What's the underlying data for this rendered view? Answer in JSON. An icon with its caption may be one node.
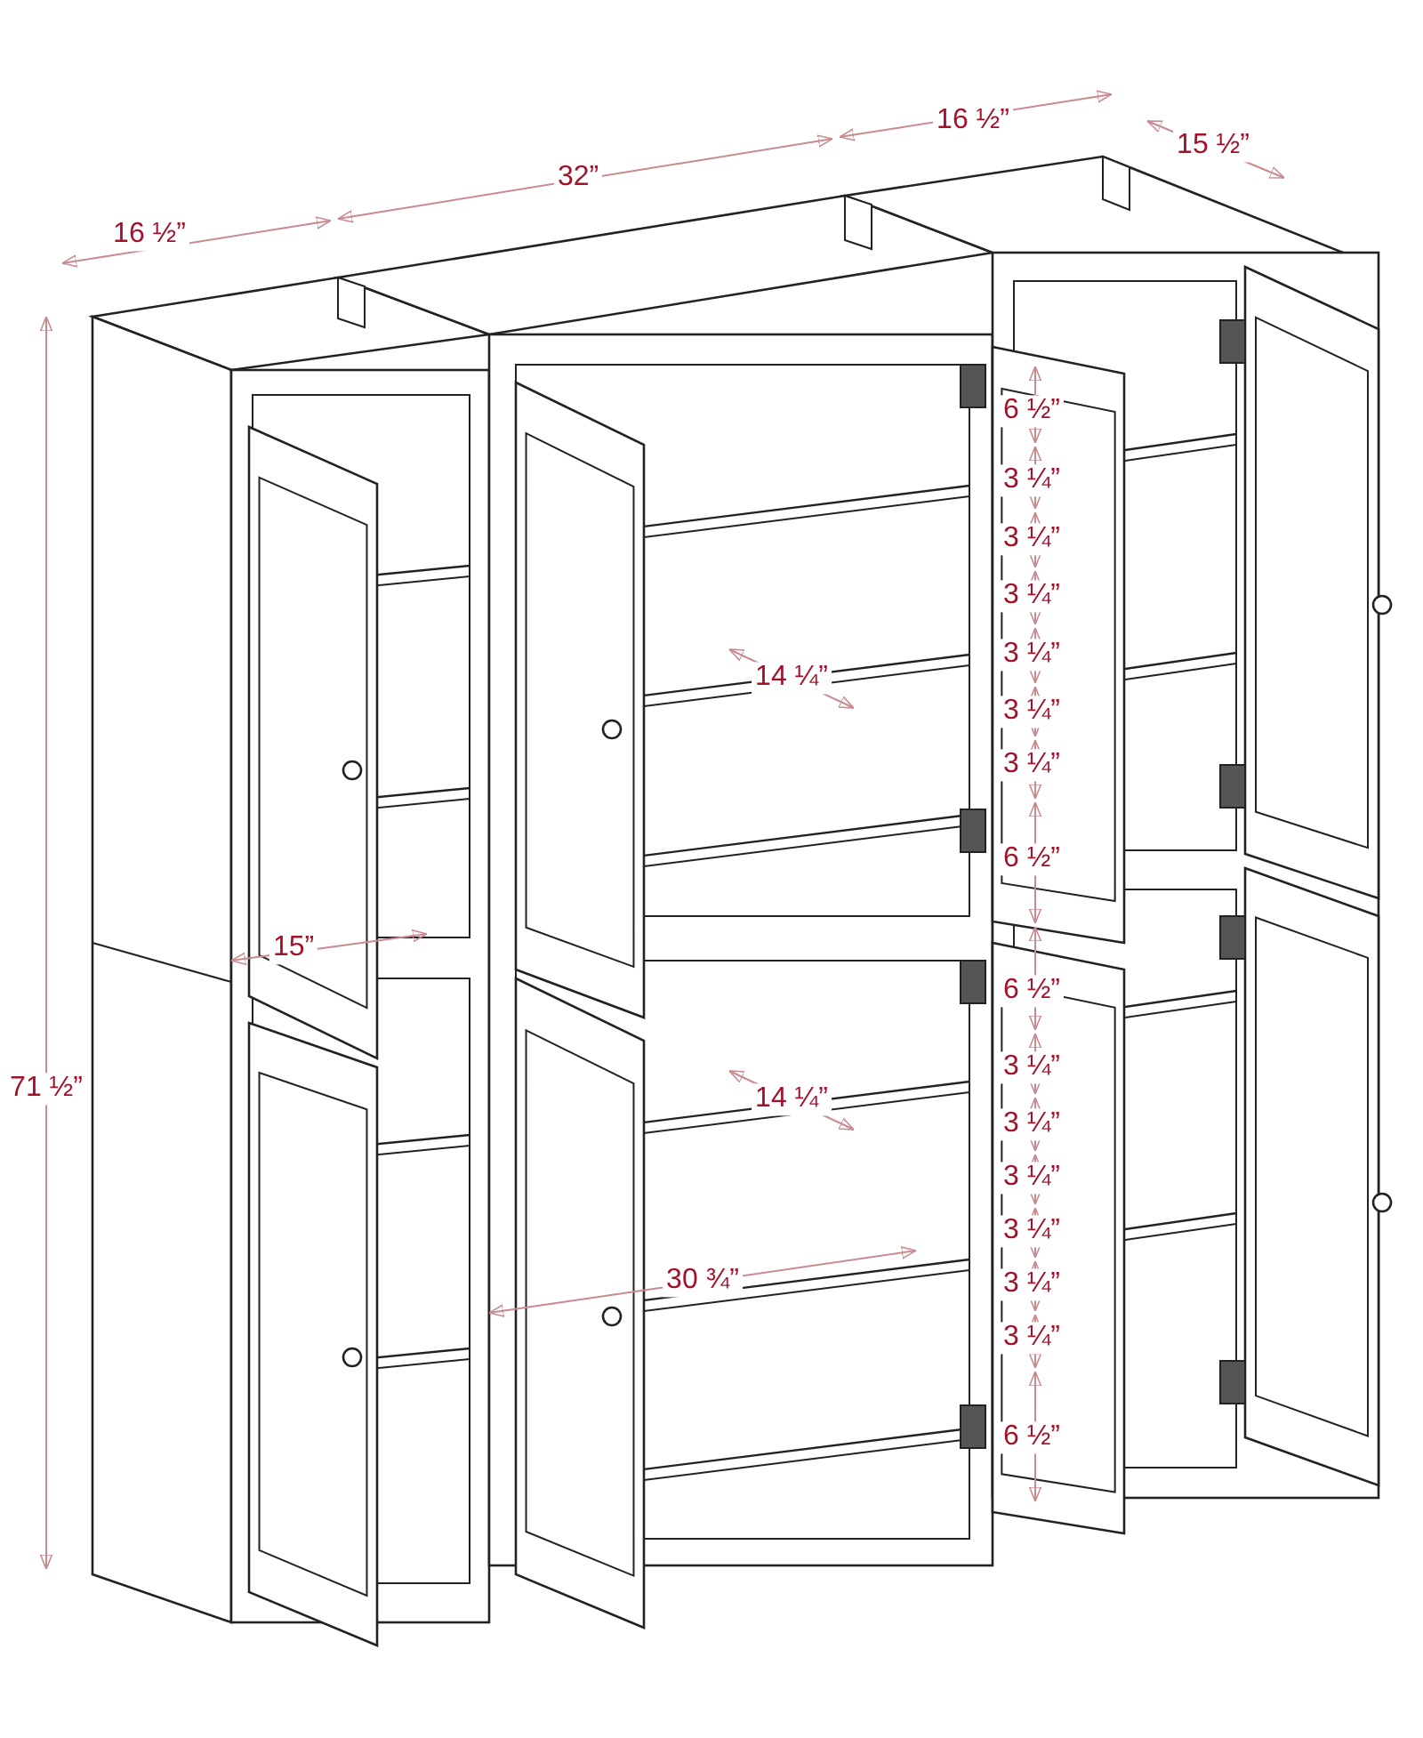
{
  "diagram": {
    "labels": [
      "16 ½”",
      "15 ½”",
      "32”",
      "16 ½”",
      "6 ½”",
      "3 ¼”",
      "3 ¼”",
      "3 ¼”",
      "3 ¼”",
      "14 ¼”",
      "3 ¼”",
      "3 ¼”",
      "6 ½”",
      "15”",
      "6 ½”",
      "3 ¼”",
      "71 ½”",
      "14 ¼”",
      "3 ¼”",
      "3 ¼”",
      "3 ¼”",
      "30 ¾”",
      "3 ¼”",
      "3 ¼”",
      "6 ½”"
    ]
  }
}
